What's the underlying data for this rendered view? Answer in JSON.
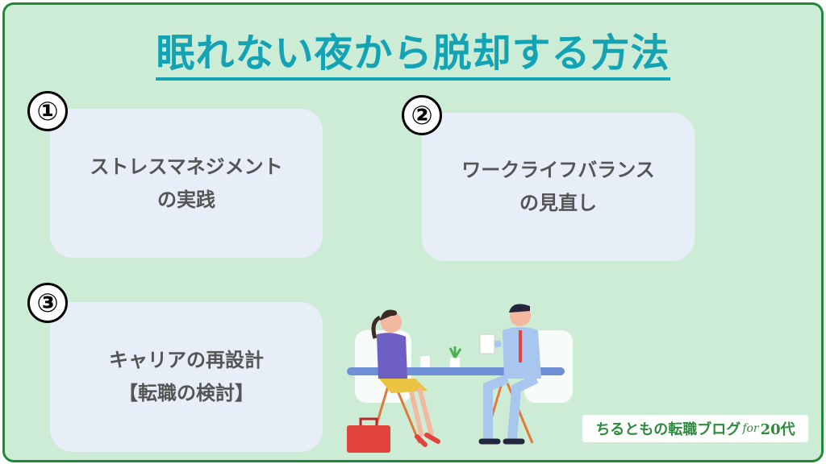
{
  "title": "眠れない夜から脱却する方法",
  "cards": [
    {
      "number": "①",
      "line1": "ストレスマネジメント",
      "line2": "の実践"
    },
    {
      "number": "②",
      "line1": "ワークライフバランス",
      "line2": "の見直し"
    },
    {
      "number": "③",
      "line1": "キャリアの再設計",
      "line2": "【転職の検討】"
    }
  ],
  "brand": {
    "main": "ちるともの転職ブログ",
    "for": "for",
    "suffix": "20代"
  },
  "colors": {
    "background": "#cdecd5",
    "border": "#1f8a3a",
    "title": "#13a3b5",
    "card": "#e8eef8"
  }
}
